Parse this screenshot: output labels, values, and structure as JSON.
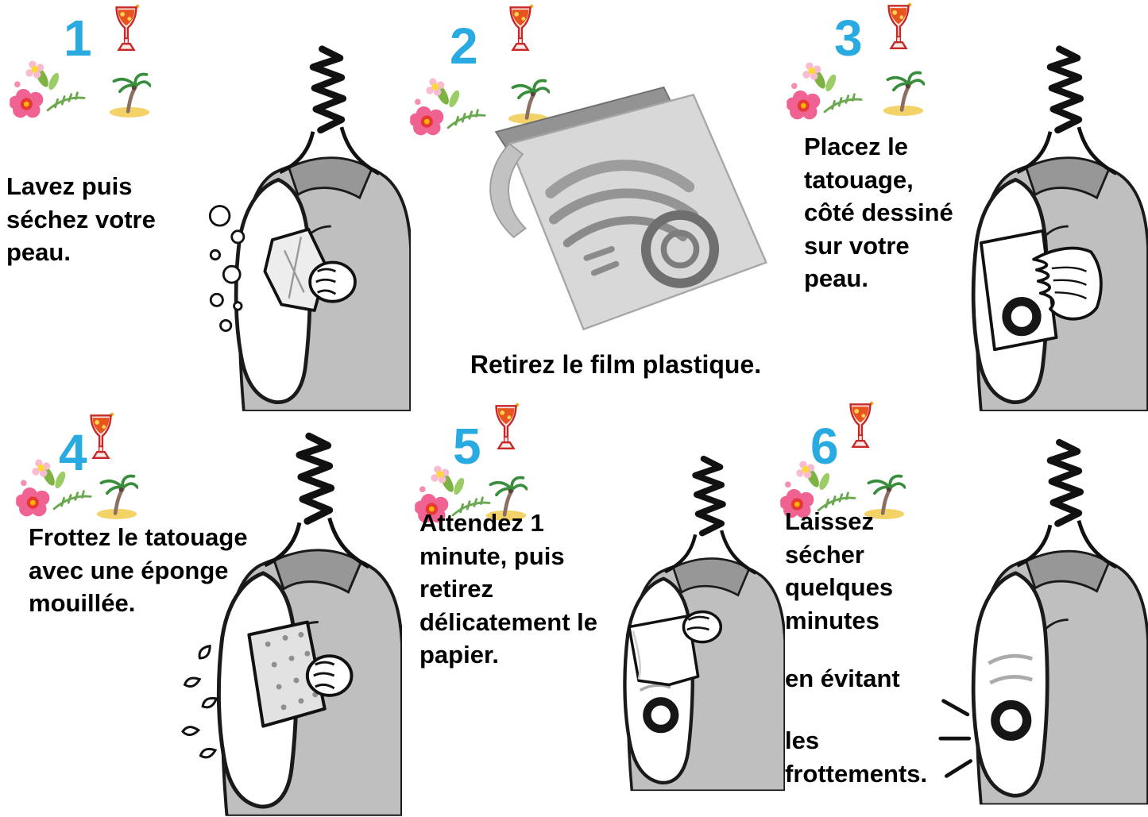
{
  "page": {
    "language": "fr",
    "background": "#ffffff"
  },
  "colors": {
    "step_number": "#29abe2",
    "body_text": "#000000",
    "shirt_gray": "#bfbfbf",
    "film_gray": "#d8d8d8",
    "tattoo_ink": "#161616"
  },
  "decorations": {
    "cocktail": "cocktail-icon",
    "flowers": "flowers-icon",
    "palm": "palm-island-icon"
  },
  "steps": [
    {
      "number": "1",
      "text": "Lavez puis séchez votre peau.",
      "illustration": "washing-arm-with-bubbles"
    },
    {
      "number": "2",
      "text": "Retirez le film plastique.",
      "illustration": "plastic-film-sheet-with-tattoo-design"
    },
    {
      "number": "3",
      "text": "Placez le tatouage, côté dessiné sur votre peau.",
      "illustration": "hand-placing-tattoo-paper-on-arm"
    },
    {
      "number": "4",
      "text": "Frottez le tatouage avec une éponge mouillée.",
      "illustration": "wet-sponge-rubbing-arm"
    },
    {
      "number": "5",
      "text": "Attendez 1 minute, puis retirez délicatement le papier.",
      "illustration": "peeling-paper-off-arm"
    },
    {
      "number": "6",
      "text": "Laissez sécher quelques minutes",
      "text2": "en évitant",
      "text3": "les frottements.",
      "illustration": "tattoo-on-arm-drying"
    }
  ]
}
